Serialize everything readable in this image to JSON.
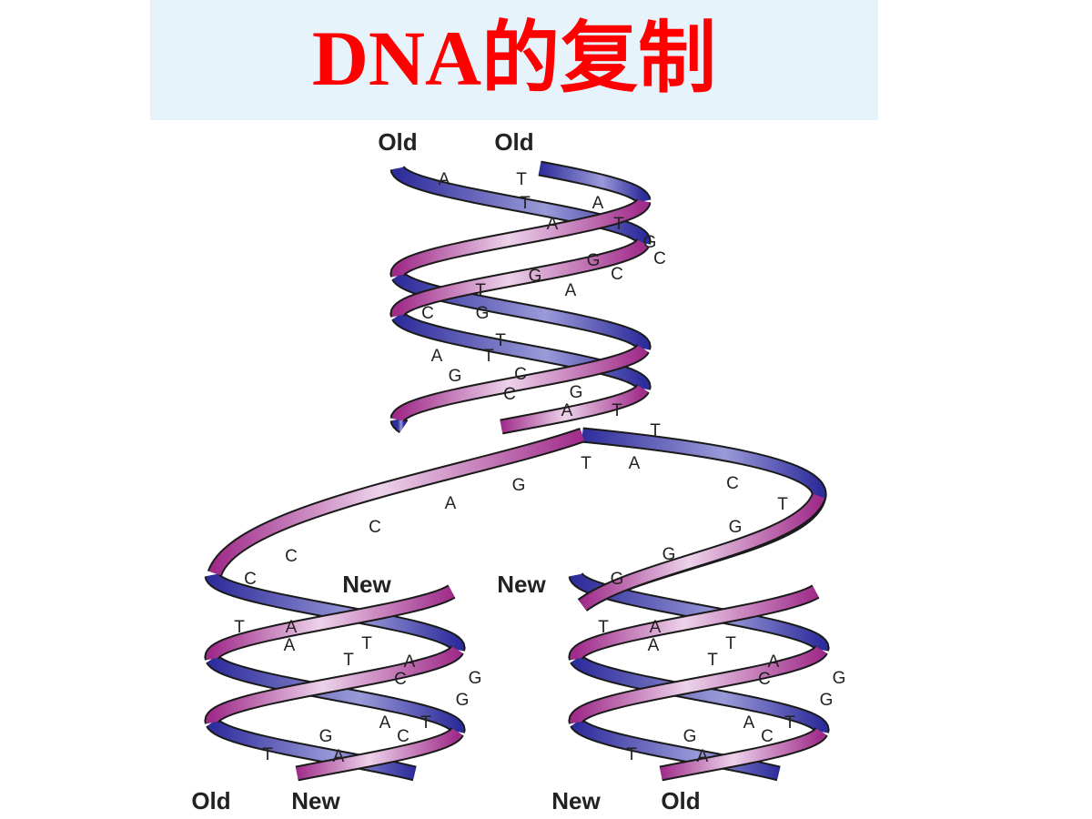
{
  "slide": {
    "title": "DNA的复制",
    "title_color": "#ff0000",
    "band_color": "#e6f3fb"
  },
  "diagram": {
    "strand_colors": {
      "old": "#3b3aa8",
      "new": "#a8308f"
    },
    "labels": [
      "Old",
      "Old",
      "New",
      "New",
      "Old",
      "New",
      "New",
      "Old"
    ],
    "bases_parent": [
      "A",
      "T",
      "T",
      "A",
      "A",
      "T",
      "G",
      "G",
      "C",
      "C",
      "T",
      "G",
      "A",
      "C",
      "G",
      "T",
      "A",
      "T",
      "G",
      "C",
      "C",
      "G",
      "A",
      "T",
      "T",
      "T",
      "A"
    ],
    "bases_fork": [
      "G",
      "A",
      "C",
      "C",
      "C",
      "C",
      "T",
      "G",
      "G",
      "G"
    ],
    "bases_daughter_left": [
      "T",
      "A",
      "A",
      "T",
      "T",
      "A",
      "C",
      "G",
      "G",
      "A",
      "T",
      "G",
      "C",
      "T",
      "A"
    ],
    "bases_daughter_right": [
      "T",
      "A",
      "A",
      "T",
      "T",
      "A",
      "C",
      "G",
      "G",
      "A",
      "T",
      "G",
      "C",
      "T",
      "A"
    ]
  }
}
